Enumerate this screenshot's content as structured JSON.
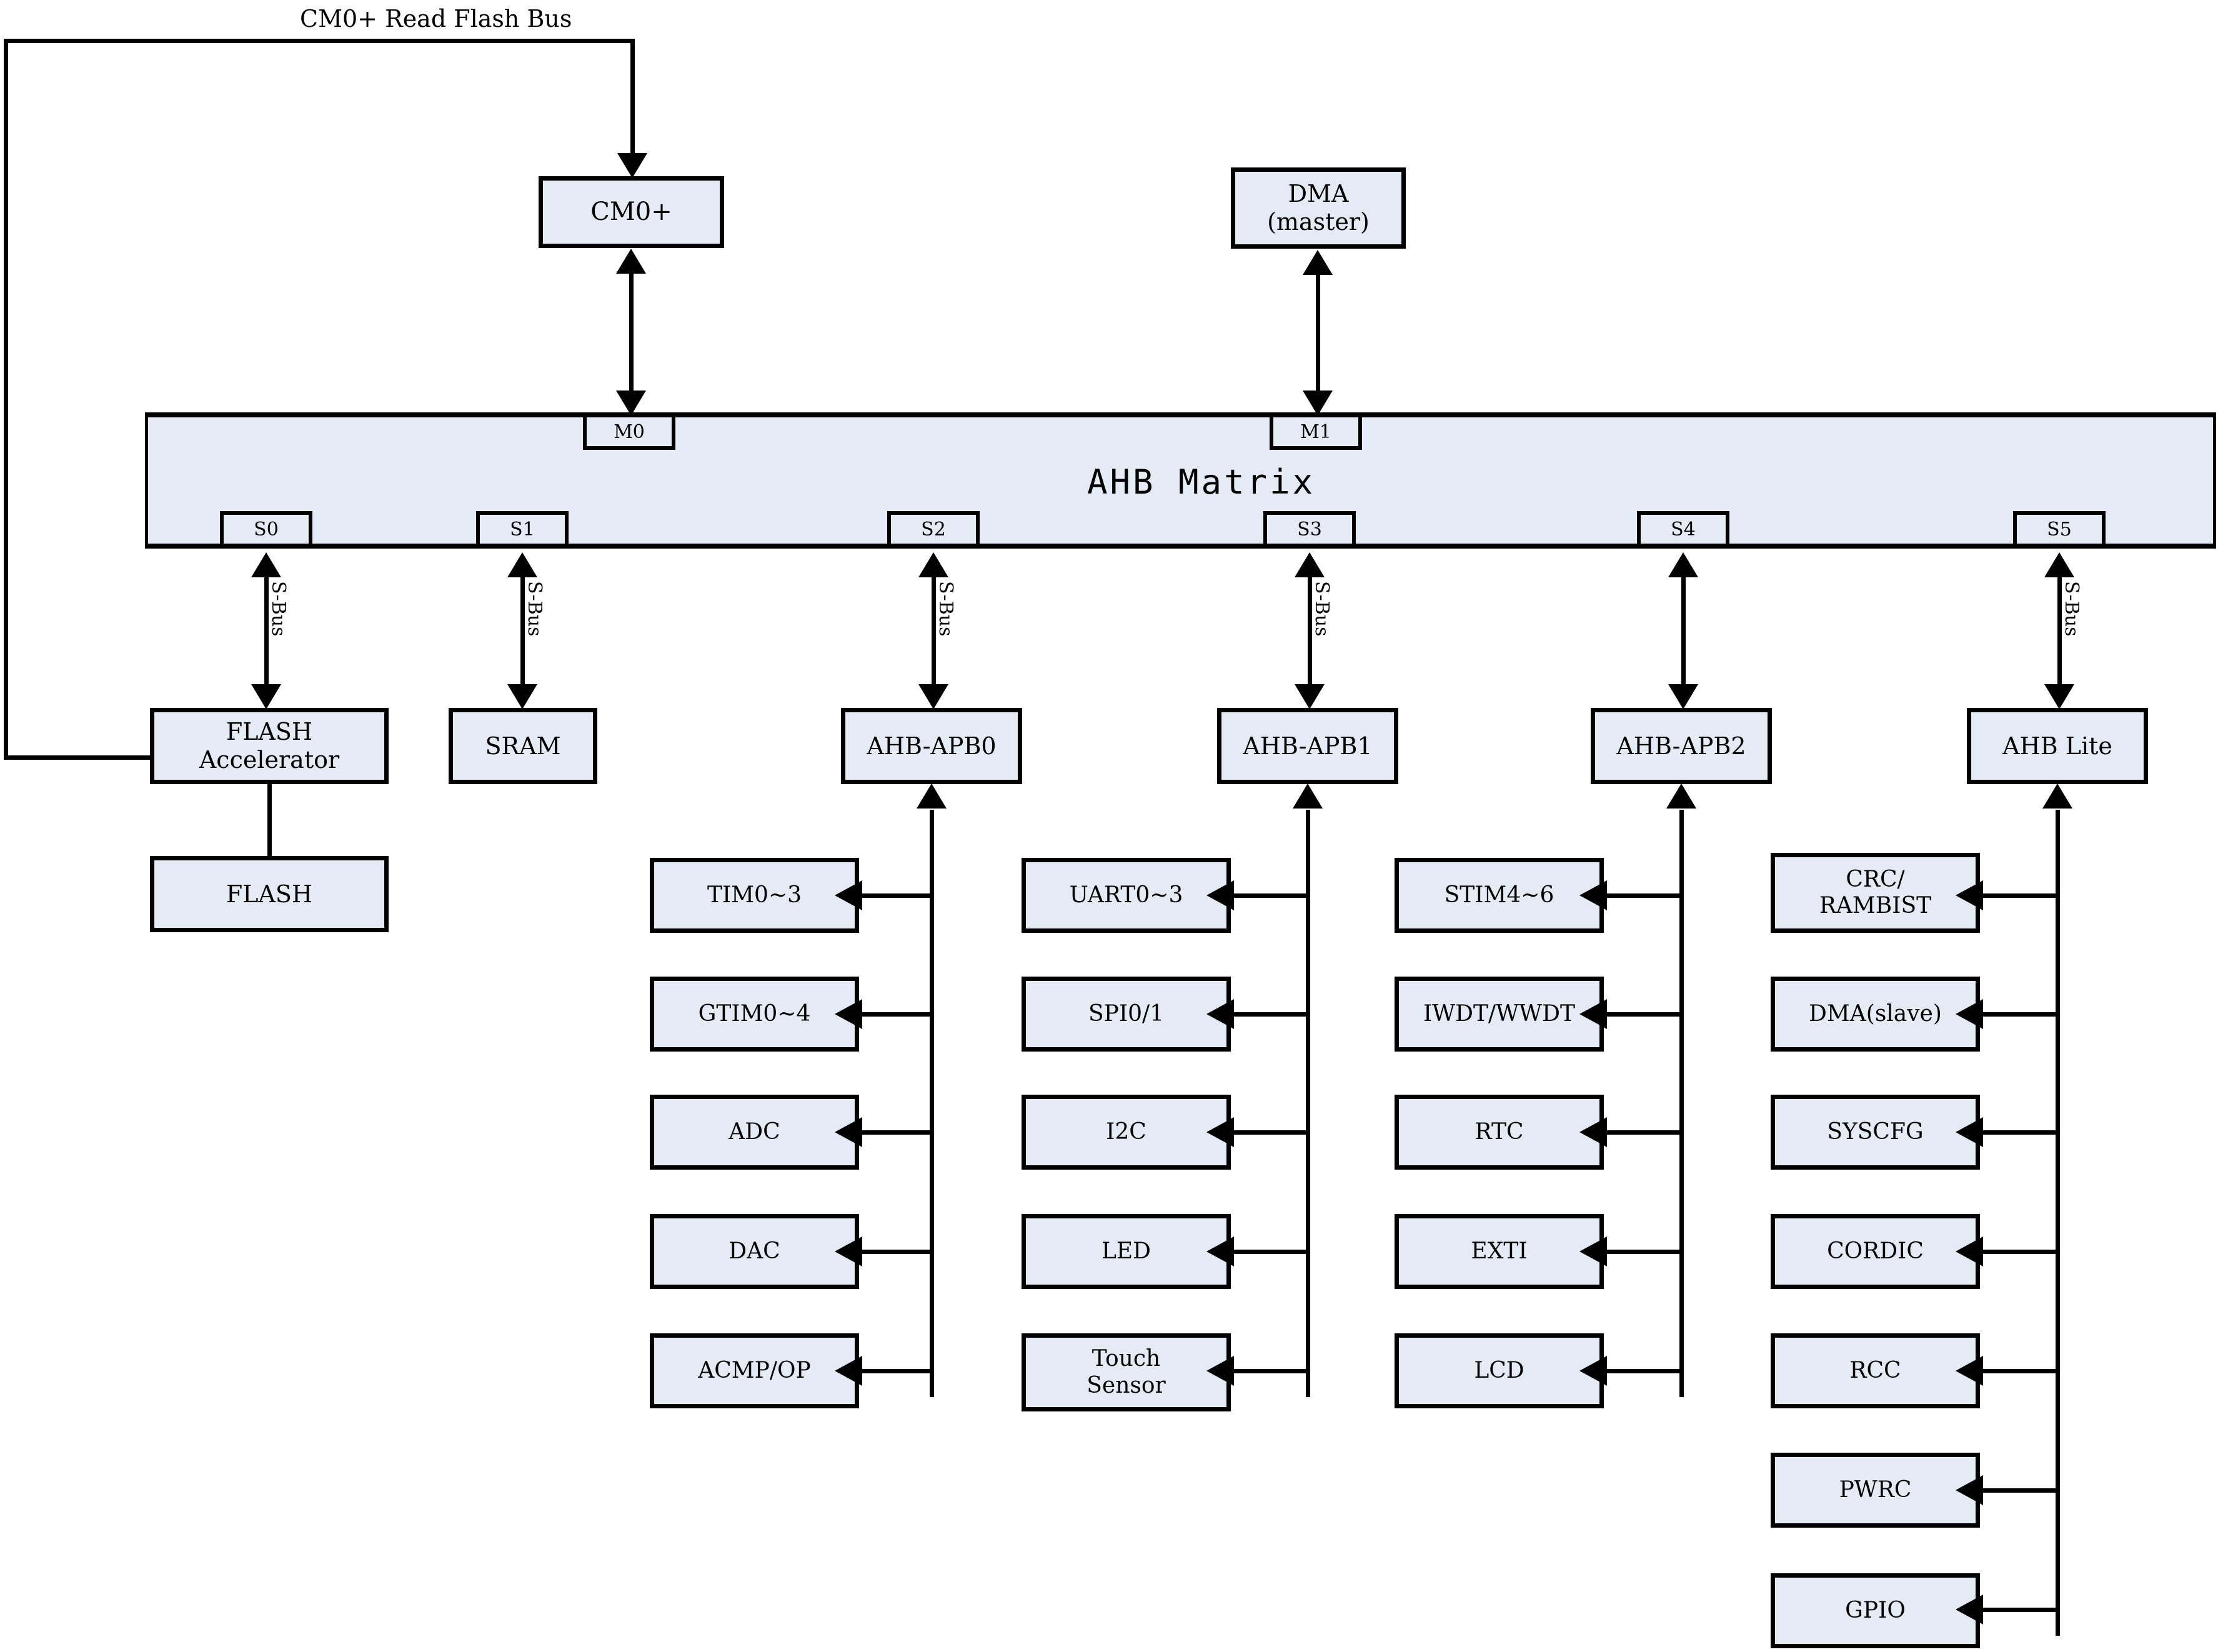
{
  "diagram": {
    "title": "AHB Matrix",
    "top_bus_label": "CM0+ Read Flash Bus",
    "bus_link_label": "S-Bus",
    "colors": {
      "block_fill": "#e5ebf5",
      "block_stroke": "#000000",
      "background": "#ffffff"
    }
  },
  "masters": [
    {
      "id": "cm0p",
      "label": "CM0+",
      "port": "M0"
    },
    {
      "id": "dma_master",
      "label": "DMA\n(master)",
      "port": "M1"
    }
  ],
  "matrix_ports": {
    "master_ports": [
      "M0",
      "M1"
    ],
    "slave_ports": [
      "S0",
      "S1",
      "S2",
      "S3",
      "S4",
      "S5"
    ]
  },
  "slaves": [
    {
      "port": "S0",
      "label": "FLASH\nAccelerator",
      "sbus": "S-Bus"
    },
    {
      "port": "S1",
      "label": "SRAM",
      "sbus": "S-Bus"
    },
    {
      "port": "S2",
      "label": "AHB-APB0",
      "sbus": "S-Bus"
    },
    {
      "port": "S3",
      "label": "AHB-APB1",
      "sbus": "S-Bus"
    },
    {
      "port": "S4",
      "label": "AHB-APB2",
      "sbus": ""
    },
    {
      "port": "S5",
      "label": "AHB Lite",
      "sbus": "S-Bus"
    }
  ],
  "memory": {
    "flash_label": "FLASH"
  },
  "peripheral_columns": [
    {
      "bridge": "AHB-APB0",
      "items": [
        "TIM0~3",
        "GTIM0~4",
        "ADC",
        "DAC",
        "ACMP/OP"
      ]
    },
    {
      "bridge": "AHB-APB1",
      "items": [
        "UART0~3",
        "SPI0/1",
        "I2C",
        "LED",
        "Touch\nSensor"
      ]
    },
    {
      "bridge": "AHB-APB2",
      "items": [
        "STIM4~6",
        "IWDT/WWDT",
        "RTC",
        "EXTI",
        "LCD"
      ]
    },
    {
      "bridge": "AHB Lite",
      "items": [
        "CRC/\nRAMBIST",
        "DMA(slave)",
        "SYSCFG",
        "CORDIC",
        "RCC",
        "PWRC",
        "GPIO"
      ]
    }
  ]
}
